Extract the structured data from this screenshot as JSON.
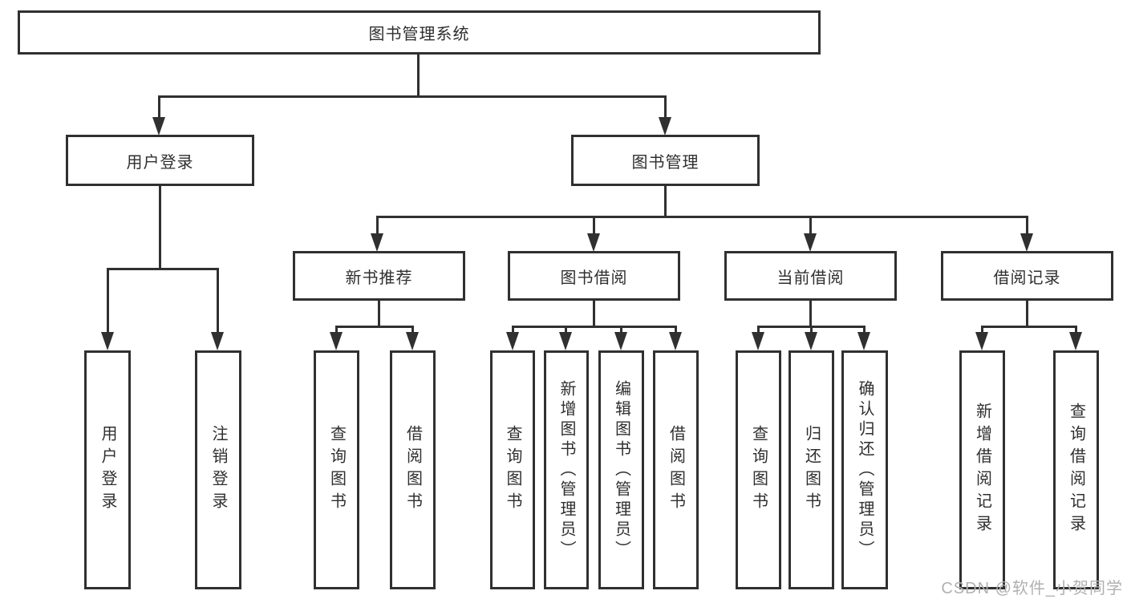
{
  "nodes": {
    "root": "图书管理系统",
    "level1": {
      "user_login": "用户登录",
      "book_mgmt": "图书管理"
    },
    "level2": {
      "new_book_rec": "新书推荐",
      "book_borrowing": "图书借阅",
      "current_borrowing": "当前借阅",
      "borrowing_records": "借阅记录"
    },
    "leaves": {
      "login_user_login": "用户登录",
      "login_logout": "注销登录",
      "rec_query_books": "查询图书",
      "rec_borrow_books": "借阅图书",
      "bb_query_books": "查询图书",
      "bb_add_books": "新增图书（管理员）",
      "bb_edit_books": "编辑图书（管理员）",
      "bb_borrow_books": "借阅图书",
      "cb_query_books": "查询图书",
      "cb_return_books": "归还图书",
      "cb_confirm_return": "确认归还（管理员）",
      "br_add_record": "新增借阅记录",
      "br_query_record": "查询借阅记录"
    }
  },
  "hierarchy": {
    "图书管理系统": {
      "用户登录": [
        "用户登录",
        "注销登录"
      ],
      "图书管理": {
        "新书推荐": [
          "查询图书",
          "借阅图书"
        ],
        "图书借阅": [
          "查询图书",
          "新增图书（管理员）",
          "编辑图书（管理员）",
          "借阅图书"
        ],
        "当前借阅": [
          "查询图书",
          "归还图书",
          "确认归还（管理员）"
        ],
        "借阅记录": [
          "新增借阅记录",
          "查询借阅记录"
        ]
      }
    }
  },
  "watermark": {
    "text": "CSDN @软件_小贺同学"
  },
  "colors": {
    "line": "#303030",
    "text": "#2f2f2f",
    "background": "#ffffff",
    "watermark": "#b0b0b0"
  }
}
